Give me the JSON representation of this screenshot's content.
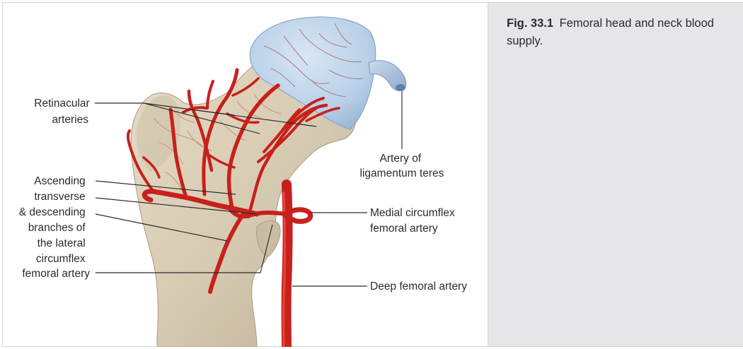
{
  "caption": {
    "fig_number": "Fig. 33.1",
    "text": "Femoral head and neck blood supply."
  },
  "labels": {
    "retinacular": [
      "Retinacular",
      "arteries"
    ],
    "ligamentum_teres": [
      "Artery of",
      "ligamentum teres"
    ],
    "lateral_circumflex": [
      "Ascending",
      "transverse",
      "& descending",
      "branches of",
      "the lateral",
      "circumflex",
      "femoral artery"
    ],
    "medial_circumflex": [
      "Medial circumflex",
      "femoral artery"
    ],
    "deep_femoral": [
      "Deep femoral artery"
    ]
  },
  "colors": {
    "bone": "#d8cdb8",
    "bone_shadow": "#b9ab91",
    "cartilage": "#bcd3ea",
    "artery": "#c8201c",
    "caption_panel": "#e6e6e9"
  }
}
